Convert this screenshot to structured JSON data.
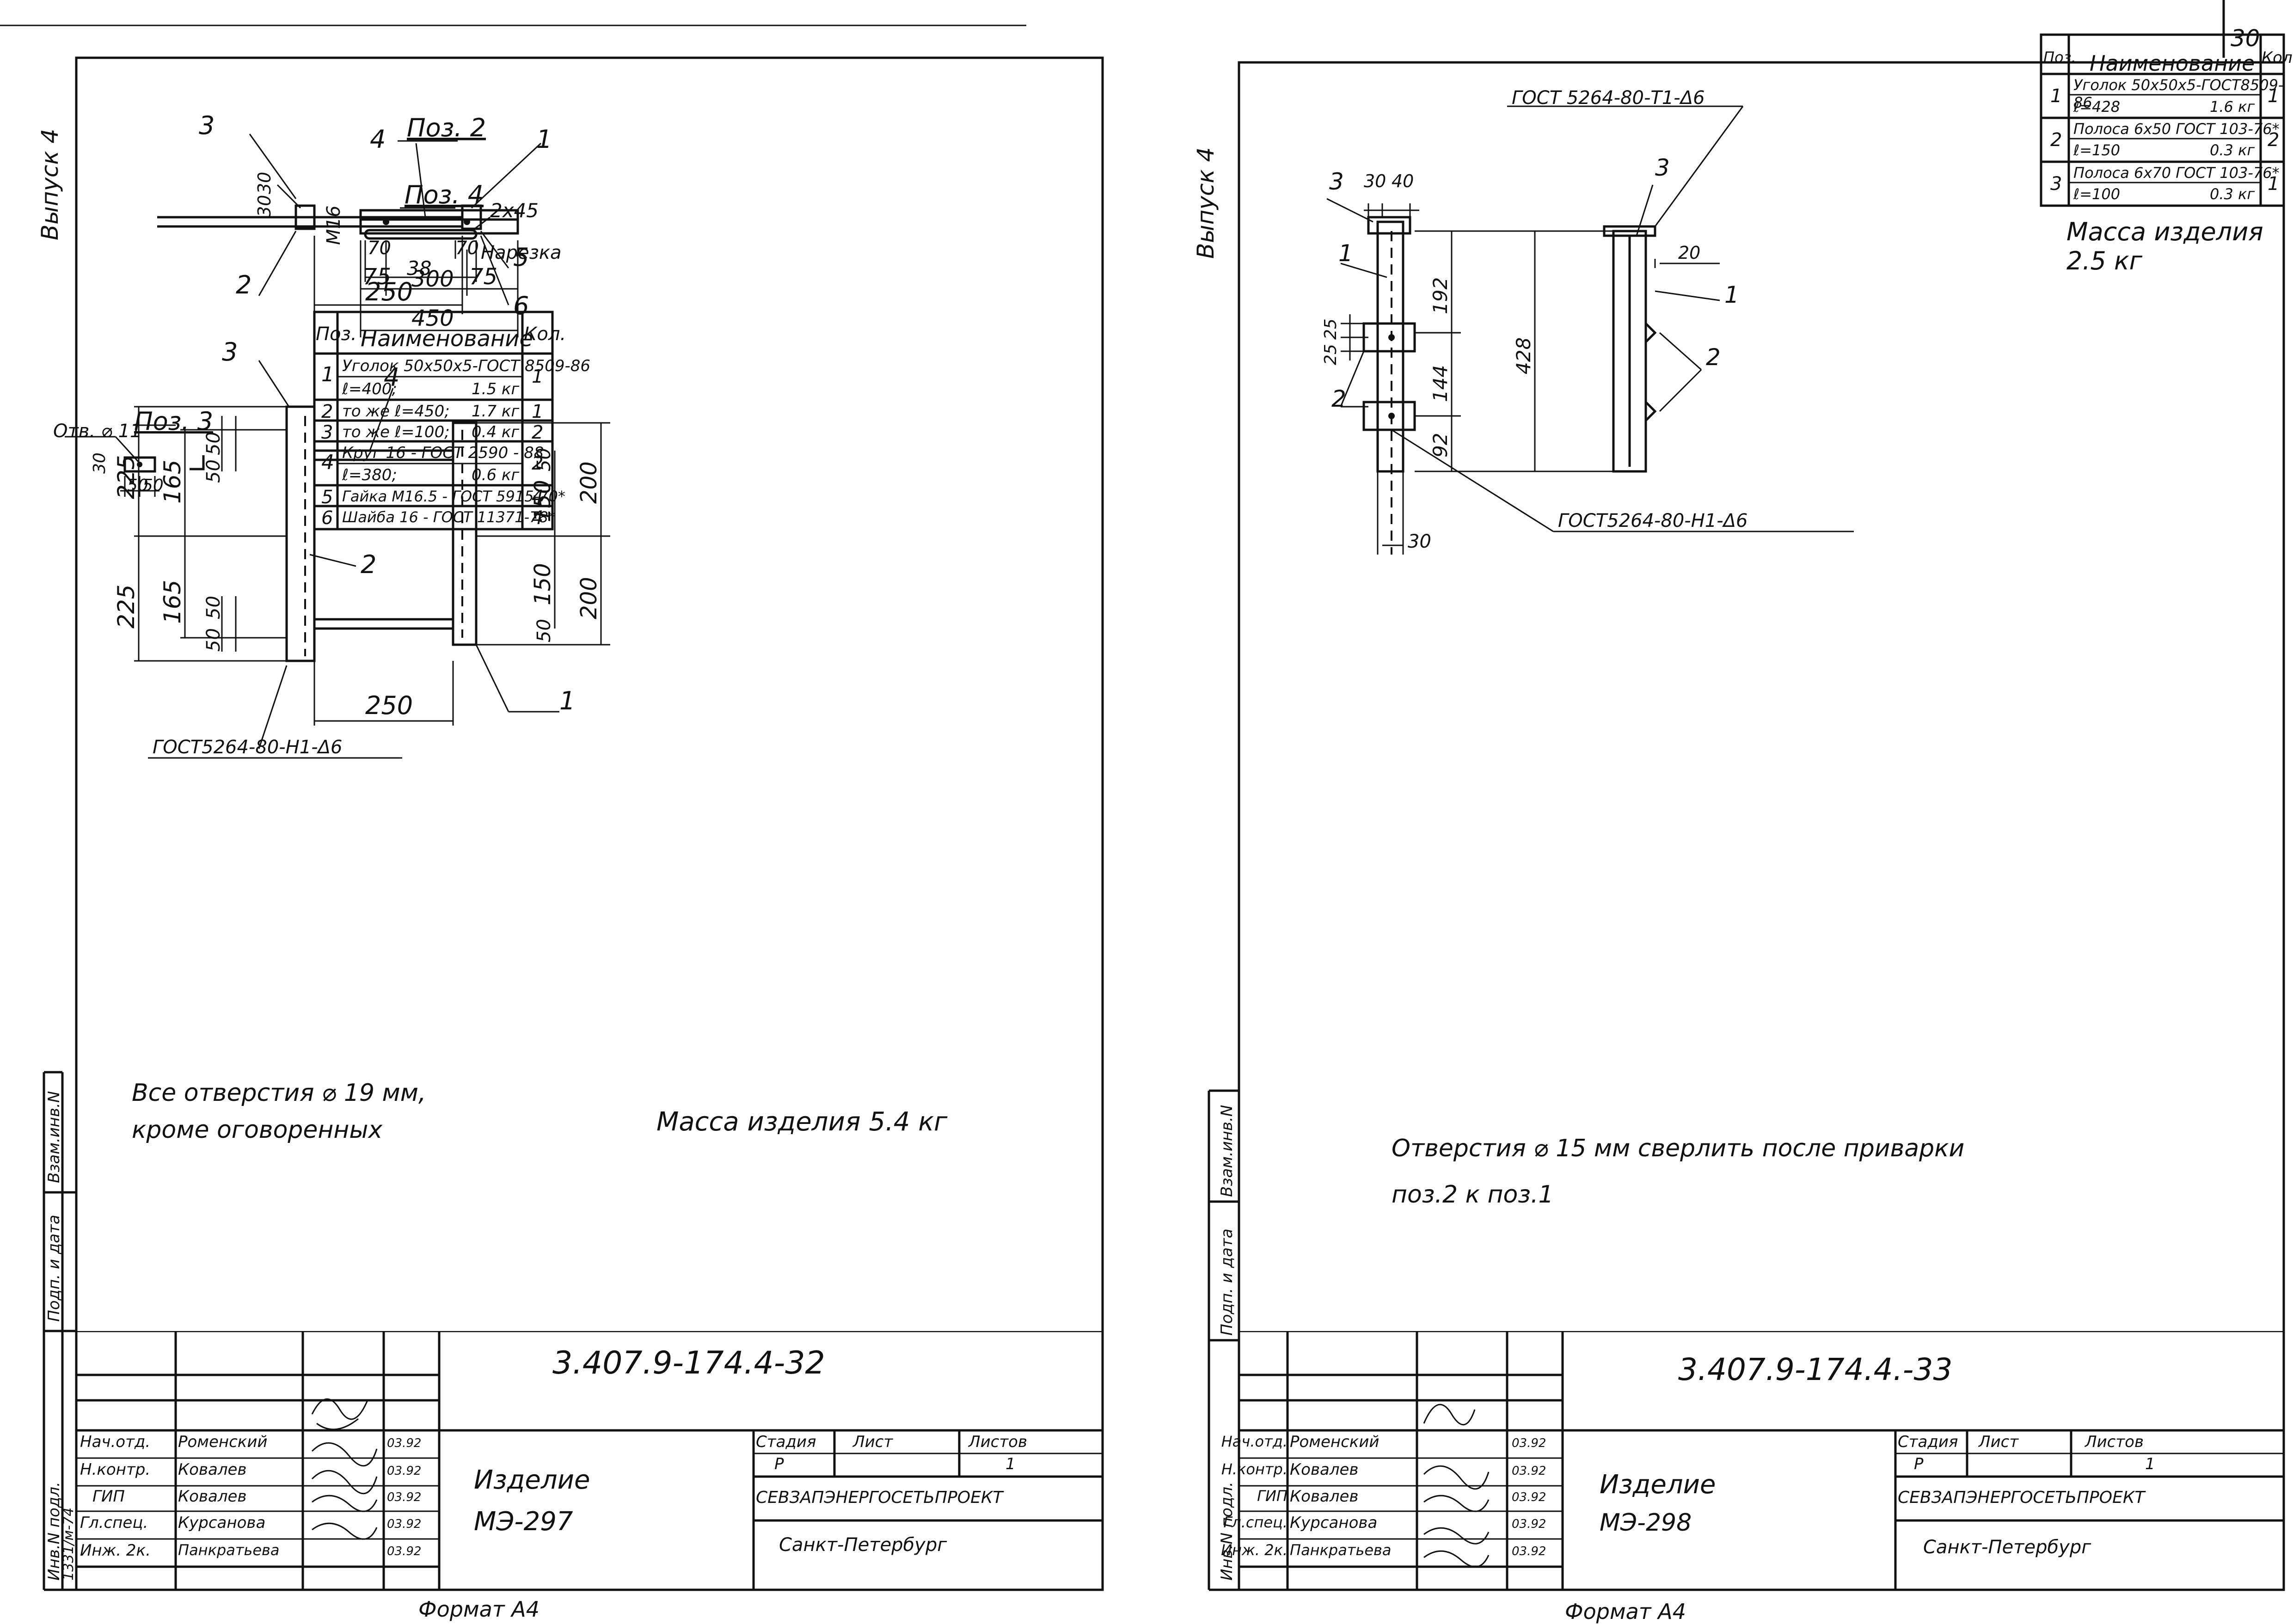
{
  "left": {
    "side_label": "Выпуск 4",
    "views": {
      "top": {
        "dims": [
          "3",
          "4",
          "1",
          "30",
          "30",
          "5",
          "2",
          "250",
          "6"
        ]
      },
      "main": {
        "dims": [
          "3",
          "4",
          "225",
          "165",
          "50",
          "50",
          "50",
          "150",
          "200",
          "2",
          "225",
          "165",
          "50",
          "50",
          "50",
          "150",
          "200",
          "250",
          "1"
        ],
        "weld": "ГОСТ5264-80-Н1-Δ6"
      },
      "poz2": {
        "title": "Поз. 2",
        "dims": [
          "75",
          "300",
          "75",
          "450"
        ]
      },
      "poz4": {
        "title": "Поз. 4",
        "dims": [
          "2х45",
          "М16",
          "70",
          "70",
          "Нарезка",
          "38"
        ]
      },
      "poz3": {
        "title": "Поз. 3",
        "hole": "Отв. ⌀ 11",
        "dims": [
          "30",
          "50",
          "50"
        ]
      }
    },
    "spec": {
      "headers": [
        "Поз.",
        "Наименование",
        "Кол."
      ],
      "rows": [
        {
          "pos": "1",
          "name": [
            "Уголок 50х50х5-ГОСТ 8509-86",
            "ℓ=400;"
          ],
          "mass": [
            "",
            "1.5 кг"
          ],
          "qty": "1"
        },
        {
          "pos": "2",
          "name": [
            "то же ℓ=450;"
          ],
          "mass": [
            "1.7 кг"
          ],
          "qty": "1"
        },
        {
          "pos": "3",
          "name": [
            "то же ℓ=100;"
          ],
          "mass": [
            "0.4 кг"
          ],
          "qty": "2"
        },
        {
          "pos": "4",
          "name": [
            "Круг 16 - ГОСТ 2590 - 88",
            "ℓ=380;"
          ],
          "mass": [
            "",
            "0.6 кг"
          ],
          "qty": "2"
        },
        {
          "pos": "5",
          "name": [
            "Гайка М16.5 - ГОСТ 5915-70*"
          ],
          "mass": [
            ""
          ],
          "qty": "4"
        },
        {
          "pos": "6",
          "name": [
            "Шайба 16 - ГОСТ 11371-78*"
          ],
          "mass": [
            ""
          ],
          "qty": "4"
        }
      ]
    },
    "note": [
      "Все отверстия ⌀ 19 мм,",
      "кроме оговоренных"
    ],
    "mass": "Масса изделия 5.4 кг",
    "title_block": {
      "code": "3.407.9-174.4-32",
      "roles": [
        "Нач.отд.",
        "Н.контр.",
        "ГИП",
        "Гл.спец.",
        "Инж. 2к."
      ],
      "names": [
        "Роменский",
        "Ковалев",
        "Ковалев",
        "Курсанова",
        "Панкратьева"
      ],
      "dates": [
        "03.92",
        "03.92",
        "03.92",
        "03.92",
        "03.92"
      ],
      "item_label": "Изделие",
      "item": "МЭ-297",
      "stage_headers": [
        "Стадия",
        "Лист",
        "Листов"
      ],
      "stage_values": [
        "Р",
        "",
        "1"
      ],
      "org": "СЕВЗАПЭНЕРГОСЕТЬПРОЕКТ",
      "city": "Санкт-Петербург",
      "format": "Формат А4"
    },
    "margin": [
      "Инв.N подл.",
      "Подп. и дата",
      "Взам.инв.N",
      "1331/м-74"
    ]
  },
  "right": {
    "side_label": "Выпуск 4",
    "page_number": "30",
    "view": {
      "weld_top": "ГОСТ 5264-80-Т1-Δ6",
      "weld_bottom": "ГОСТ5264-80-Н1-Δ6",
      "dims": [
        "3",
        "30",
        "40",
        "1",
        "25",
        "25",
        "2",
        "192",
        "144",
        "92",
        "428",
        "30",
        "3",
        "20",
        "1",
        "2"
      ]
    },
    "spec": {
      "headers": [
        "Поз.",
        "Наименование",
        "Кол."
      ],
      "rows": [
        {
          "pos": "1",
          "name": [
            "Уголок 50х50х5-ГОСТ8509-86",
            "ℓ=428"
          ],
          "mass": [
            "",
            "1.6 кг"
          ],
          "qty": "1"
        },
        {
          "pos": "2",
          "name": [
            "Полоса 6х50 ГОСТ 103-76*",
            "ℓ=150"
          ],
          "mass": [
            "",
            "0.3 кг"
          ],
          "qty": "2"
        },
        {
          "pos": "3",
          "name": [
            "Полоса 6х70 ГОСТ 103-76*",
            "ℓ=100"
          ],
          "mass": [
            "",
            "0.3 кг"
          ],
          "qty": "1"
        }
      ]
    },
    "mass": "Масса изделия 2.5 кг",
    "note": [
      "Отверстия ⌀ 15 мм сверлить после приварки",
      "поз.2 к поз.1"
    ],
    "title_block": {
      "code": "3.407.9-174.4.-33",
      "roles": [
        "Нач.отд.",
        "Н.контр.",
        "ГИП",
        "Гл.спец.",
        "Инж. 2к."
      ],
      "names": [
        "Роменский",
        "Ковалев",
        "Ковалев",
        "Курсанова",
        "Панкратьева"
      ],
      "dates": [
        "03.92",
        "03.92",
        "03.92",
        "03.92",
        "03.92"
      ],
      "item_label": "Изделие",
      "item": "МЭ-298",
      "stage_headers": [
        "Стадия",
        "Лист",
        "Листов"
      ],
      "stage_values": [
        "Р",
        "",
        "1"
      ],
      "org": "СЕВЗАПЭНЕРГОСЕТЬПРОЕКТ",
      "city": "Санкт-Петербург",
      "format": "Формат А4"
    },
    "margin": [
      "Инв.N подл.",
      "Подп. и дата",
      "Взам.инв.N"
    ]
  }
}
